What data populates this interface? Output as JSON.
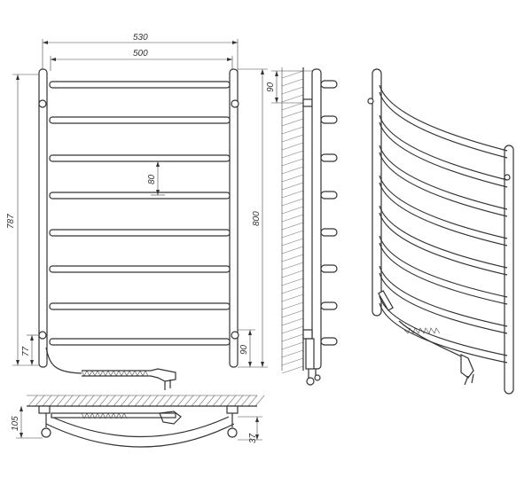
{
  "dimensions": {
    "overall_width": "530",
    "center_width": "500",
    "overall_height": "787",
    "center_height": "800",
    "rail_spacing": "80",
    "top_offset": "90",
    "bottom_offset": "90",
    "bottom_left": "77",
    "depth_total": "105",
    "depth_side": "37"
  },
  "colors": {
    "line": "#333333",
    "background": "#ffffff"
  }
}
